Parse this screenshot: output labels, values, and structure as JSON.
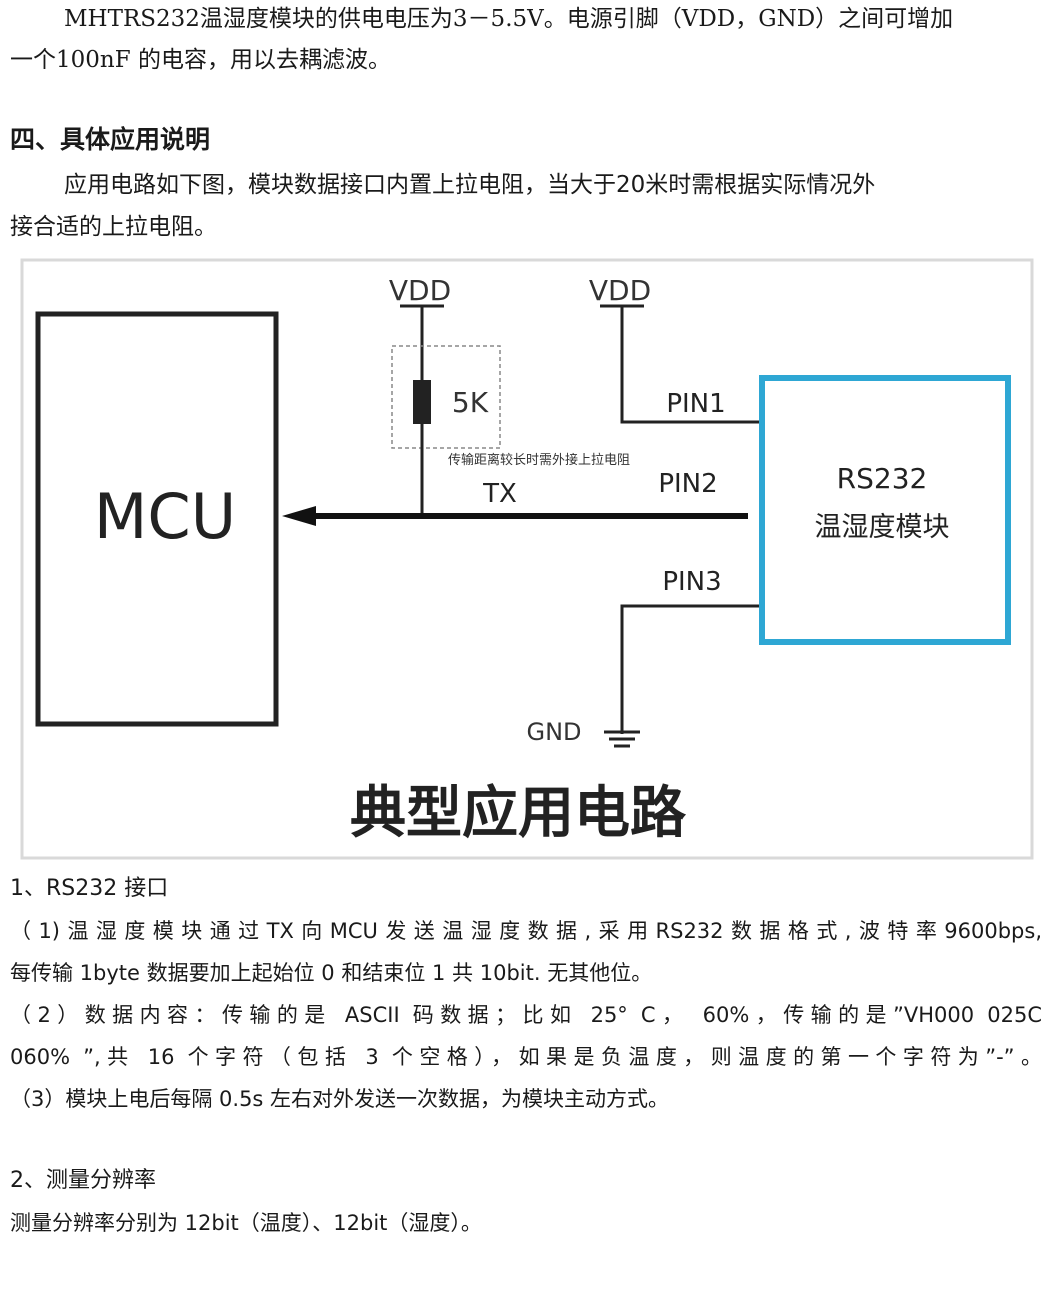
{
  "intro": {
    "line1": "MHTRS232温湿度模块的供电电压为3－5.5V。电源引脚（VDD，GND）之间可增加",
    "line2": "一个100nF 的电容，用以去耦滤波。"
  },
  "section4": {
    "heading": "四、具体应用说明",
    "para_line1": "应用电路如下图，模块数据接口内置上拉电阻，当大于20米时需根据实际情况外",
    "para_line2": "接合适的上拉电阻。"
  },
  "figure": {
    "vdd_left": "VDD",
    "vdd_right": "VDD",
    "resistor": "5K",
    "note": "传输距离较长时需外接上拉电阻",
    "mcu": "MCU",
    "tx": "TX",
    "pin1": "PIN1",
    "pin2": "PIN2",
    "pin3": "PIN3",
    "module_line1": "RS232",
    "module_line2": "温湿度模块",
    "gnd": "GND",
    "caption": "典型应用电路",
    "colors": {
      "module_border": "#2ea7d4",
      "wire": "#111111",
      "frame": "#d9d9d9"
    }
  },
  "item1": {
    "heading": "1、RS232 接口",
    "p1_line1": "（1)温湿度模块通过TX向MCU发送温湿度数据,采用RS232数据格式,波特率9600bps,",
    "p1_line2": "每传输 1byte 数据要加上起始位 0 和结束位 1  共 10bit.  无其他位。",
    "p2_line1": "（2）数据内容：传输的是 ASCII 码数据；比如  25°  C，   60%，传输的是”VH000 025C",
    "p2_line2": "060%  ”,共 16 个字符（包括 3 个空格），如果是负温度，则温度的第一个字符为”-”。",
    "p3_line1": "（3）模块上电后每隔 0.5s  左右对外发送一次数据，为模块主动方式。"
  },
  "item2": {
    "heading": "2、测量分辨率",
    "text": "测量分辨率分别为 12bit（温度）、12bit（湿度）。"
  }
}
